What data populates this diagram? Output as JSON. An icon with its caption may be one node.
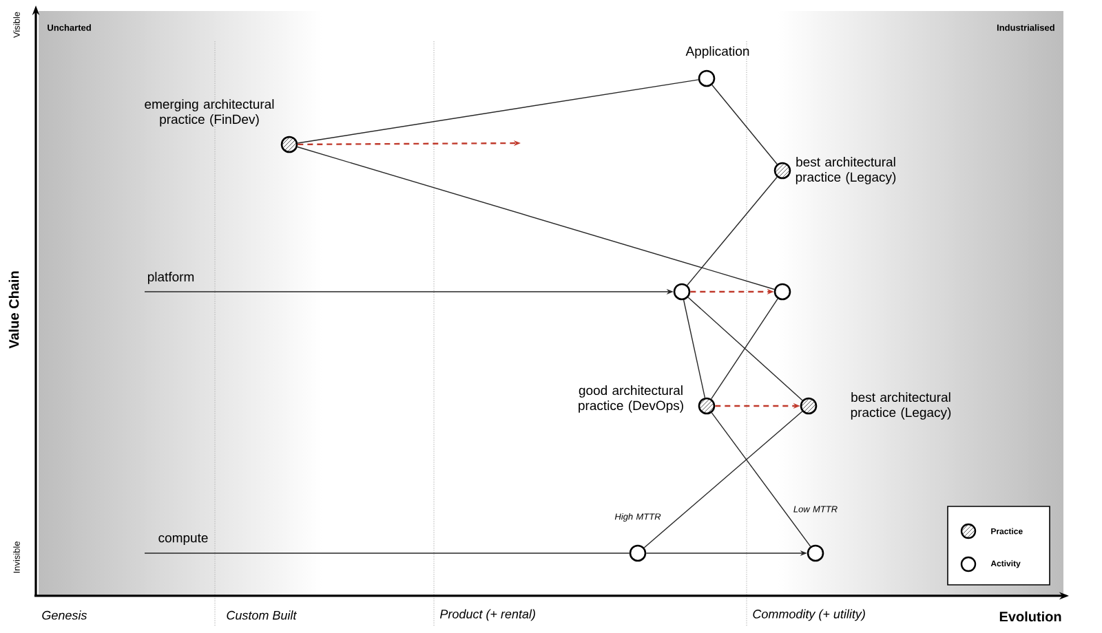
{
  "diagram": {
    "nodes": [
      {
        "text": [
          "Application"
        ]
      },
      {
        "text": [
          "emerging architectural practice (FinDev)"
        ]
      },
      {
        "text": [
          "best architectural practice (Legacy)"
        ]
      },
      {
        "text": [],
        "shape": "circle"
      },
      {
        "text": [],
        "shape": "circle"
      },
      {
        "text": [
          "good architectural practice (DevOps)"
        ]
      },
      {
        "text": [
          "best architectural practice (Legacy)"
        ]
      },
      {
        "text": [],
        "shape": "circle",
        "beside": [
          "High MTTR"
        ]
      },
      {
        "text": [],
        "shape": "circle",
        "beside": [
          "Low MTTR"
        ]
      }
    ],
    "edges": [
      {
        "from": 1,
        "to": 0,
        "arrow": "none"
      },
      {
        "from": 1,
        "to": 4,
        "arrow": "none"
      },
      {
        "from": 1,
        "to": null,
        "arrow": "to",
        "style": "dashed",
        "color": "#c0392b"
      },
      {
        "from": 0,
        "to": 2,
        "arrow": "none"
      },
      {
        "from": 2,
        "to": 3,
        "arrow": "none"
      },
      {
        "from": null,
        "to": 3,
        "arrow": "to",
        "label": "platform"
      },
      {
        "from": 3,
        "to": 4,
        "arrow": "to",
        "style": "dashed",
        "color": "#c0392b"
      },
      {
        "from": 3,
        "to": 5,
        "arrow": "none"
      },
      {
        "from": 3,
        "to": 6,
        "arrow": "none"
      },
      {
        "from": 4,
        "to": 5,
        "arrow": "none"
      },
      {
        "from": 5,
        "to": 6,
        "arrow": "to",
        "style": "dashed",
        "color": "#c0392b"
      },
      {
        "from": 5,
        "to": 8,
        "arrow": "none"
      },
      {
        "from": 6,
        "to": 7,
        "arrow": "none"
      },
      {
        "from": null,
        "to": 7,
        "arrow": "none",
        "label": "compute"
      },
      {
        "from": 7,
        "to": 8,
        "arrow": "to"
      }
    ],
    "labels": [
      "Uncharted",
      "Industrialised",
      "Visible",
      "Value Chain",
      "Invisible",
      "Genesis",
      "Custom Built",
      "Product (+ rental)",
      "Commodity (+ utility)",
      "Evolution"
    ],
    "legend": [
      {
        "text": "Practice"
      },
      {
        "text": "Activity"
      }
    ]
  }
}
